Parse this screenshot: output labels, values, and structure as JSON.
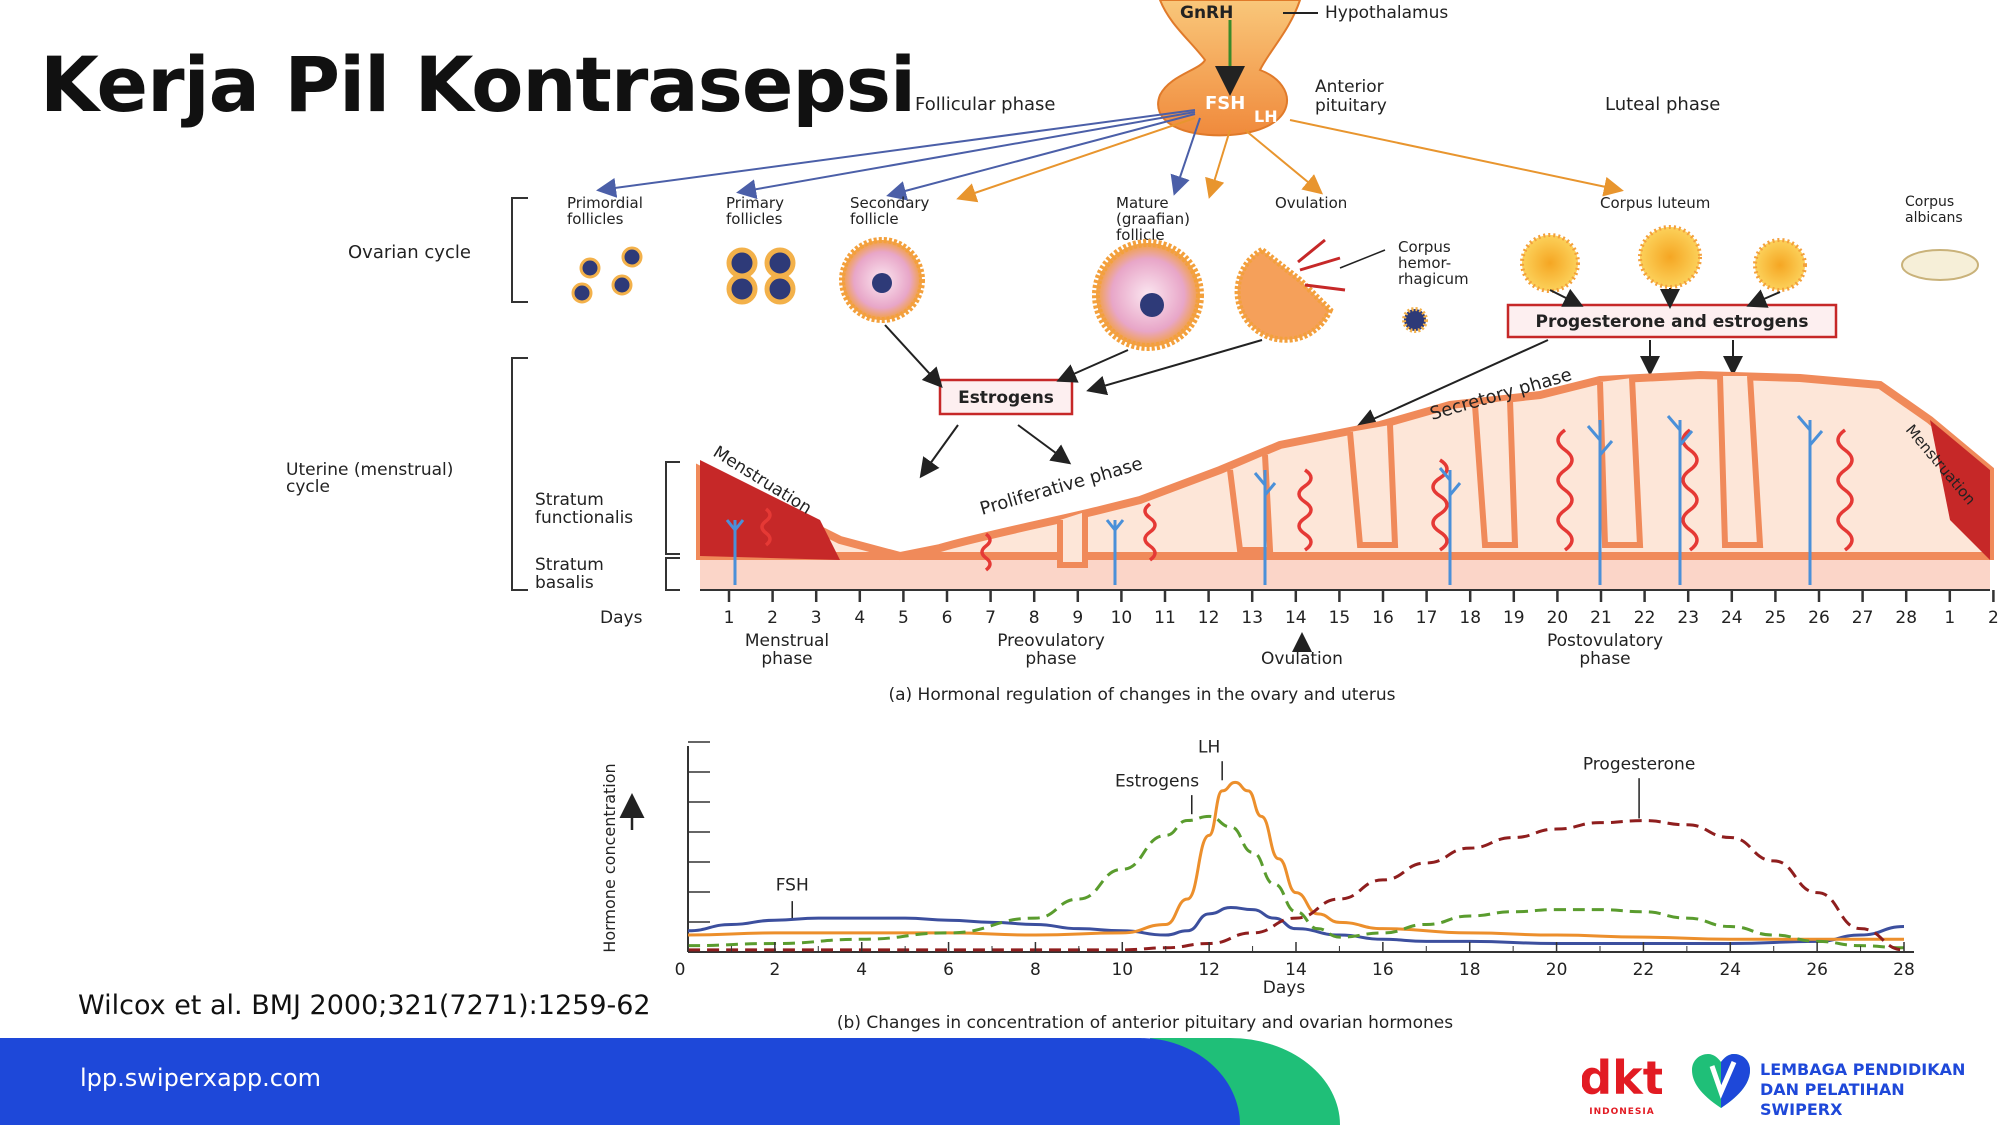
{
  "slide": {
    "title": "Kerja Pil Kontrasepsi",
    "citation": "Wilcox et al. BMJ 2000;321(7271):1259-62",
    "footer_url": "lpp.swiperxapp.com"
  },
  "logos": {
    "dkt_text": "dkt",
    "dkt_sub": "INDONESIA",
    "lpp_line1": "LEMBAGA PENDIDIKAN",
    "lpp_line2": "DAN PELATIHAN SWIPERX"
  },
  "diagram_a": {
    "gnrh": "GnRH",
    "hypothalamus": "Hypothalamus",
    "anterior_pituitary_1": "Anterior",
    "anterior_pituitary_2": "pituitary",
    "fsh": "FSH",
    "lh": "LH",
    "follicular_phase": "Follicular phase",
    "luteal_phase": "Luteal phase",
    "ovarian_cycle": "Ovarian cycle",
    "uterine_cycle_1": "Uterine (menstrual)",
    "uterine_cycle_2": "cycle",
    "stratum_functionalis_1": "Stratum",
    "stratum_functionalis_2": "functionalis",
    "stratum_basalis_1": "Stratum",
    "stratum_basalis_2": "basalis",
    "primordial_1": "Primordial",
    "primordial_2": "follicles",
    "primary_1": "Primary",
    "primary_2": "follicles",
    "secondary_1": "Secondary",
    "secondary_2": "follicle",
    "mature_1": "Mature",
    "mature_2": "(graafian)",
    "mature_3": "follicle",
    "ovulation_label": "Ovulation",
    "corpus_luteum": "Corpus luteum",
    "corpus_albicans_1": "Corpus",
    "corpus_albicans_2": "albicans",
    "corpus_hem_1": "Corpus",
    "corpus_hem_2": "hemor-",
    "corpus_hem_3": "rhagicum",
    "estrogens_box": "Estrogens",
    "prog_est_box": "Progesterone and estrogens",
    "menstruation_left": "Menstruation",
    "menstruation_right": "Menstruation",
    "proliferative_phase": "Proliferative phase",
    "secretory_phase": "Secretory phase",
    "days_label": "Days",
    "days": [
      "1",
      "2",
      "3",
      "4",
      "5",
      "6",
      "7",
      "8",
      "9",
      "10",
      "11",
      "12",
      "13",
      "14",
      "15",
      "16",
      "17",
      "18",
      "19",
      "20",
      "21",
      "22",
      "23",
      "24",
      "25",
      "26",
      "27",
      "28",
      "1",
      "2"
    ],
    "menstrual_phase_1": "Menstrual",
    "menstrual_phase_2": "phase",
    "preovulatory_1": "Preovulatory",
    "preovulatory_2": "phase",
    "ovulation_phase": "Ovulation",
    "postovulatory_1": "Postovulatory",
    "postovulatory_2": "phase",
    "caption": "(a) Hormonal regulation of changes in the ovary and uterus"
  },
  "chart_data": {
    "type": "line",
    "caption": "(b) Changes in concentration of anterior pituitary and ovarian hormones",
    "xlabel": "Days",
    "ylabel": "Hormone concentration",
    "xlim": [
      0,
      28
    ],
    "xticks": [
      0,
      2,
      4,
      6,
      8,
      10,
      12,
      14,
      16,
      18,
      20,
      22,
      24,
      26,
      28
    ],
    "ylim": [
      0,
      10
    ],
    "series": [
      {
        "name": "FSH",
        "color": "#3c4f9e",
        "dashed": false,
        "x": [
          0,
          1,
          2,
          3,
          4,
          5,
          6,
          7,
          8,
          9,
          10,
          11,
          11.5,
          12,
          12.5,
          13,
          13.5,
          14,
          15,
          16,
          17,
          18,
          20,
          22,
          24,
          26,
          27,
          28
        ],
        "y": [
          1.0,
          1.3,
          1.5,
          1.6,
          1.6,
          1.6,
          1.5,
          1.4,
          1.3,
          1.1,
          1.0,
          0.8,
          1.0,
          1.8,
          2.1,
          2.0,
          1.6,
          1.1,
          0.8,
          0.6,
          0.5,
          0.5,
          0.4,
          0.4,
          0.4,
          0.5,
          0.8,
          1.2
        ]
      },
      {
        "name": "LH",
        "color": "#ec8f2c",
        "dashed": false,
        "x": [
          0,
          2,
          4,
          6,
          8,
          10,
          11,
          11.5,
          12,
          12.3,
          12.6,
          12.9,
          13.2,
          13.6,
          14,
          14.5,
          15,
          16,
          18,
          20,
          22,
          24,
          26,
          28
        ],
        "y": [
          0.8,
          0.9,
          0.9,
          0.9,
          0.8,
          0.9,
          1.3,
          2.5,
          5.5,
          7.6,
          8.0,
          7.6,
          6.4,
          4.4,
          2.8,
          1.8,
          1.4,
          1.1,
          0.9,
          0.8,
          0.7,
          0.6,
          0.6,
          0.6
        ]
      },
      {
        "name": "Estrogens",
        "color": "#5a9c2e",
        "dashed": true,
        "x": [
          0,
          2,
          4,
          6,
          8,
          9,
          10,
          11,
          11.5,
          12,
          12.5,
          13,
          13.5,
          14,
          14.5,
          15,
          16,
          17,
          18,
          19,
          20,
          21,
          22,
          23,
          24,
          25,
          26,
          27,
          28
        ],
        "y": [
          0.3,
          0.4,
          0.6,
          0.9,
          1.6,
          2.5,
          3.9,
          5.5,
          6.2,
          6.4,
          5.9,
          4.7,
          3.2,
          1.9,
          1.1,
          0.7,
          0.9,
          1.3,
          1.7,
          1.9,
          2.0,
          2.0,
          1.9,
          1.6,
          1.2,
          0.8,
          0.5,
          0.3,
          0.2
        ]
      },
      {
        "name": "Progesterone",
        "color": "#8f1e1e",
        "dashed": true,
        "x": [
          0,
          4,
          8,
          10,
          11,
          12,
          13,
          14,
          15,
          16,
          17,
          18,
          19,
          20,
          21,
          22,
          23,
          24,
          25,
          26,
          27,
          28
        ],
        "y": [
          0.1,
          0.1,
          0.1,
          0.1,
          0.2,
          0.4,
          0.9,
          1.6,
          2.5,
          3.4,
          4.2,
          4.9,
          5.4,
          5.8,
          6.1,
          6.2,
          6.0,
          5.4,
          4.3,
          2.8,
          1.1,
          0.1
        ]
      }
    ]
  }
}
